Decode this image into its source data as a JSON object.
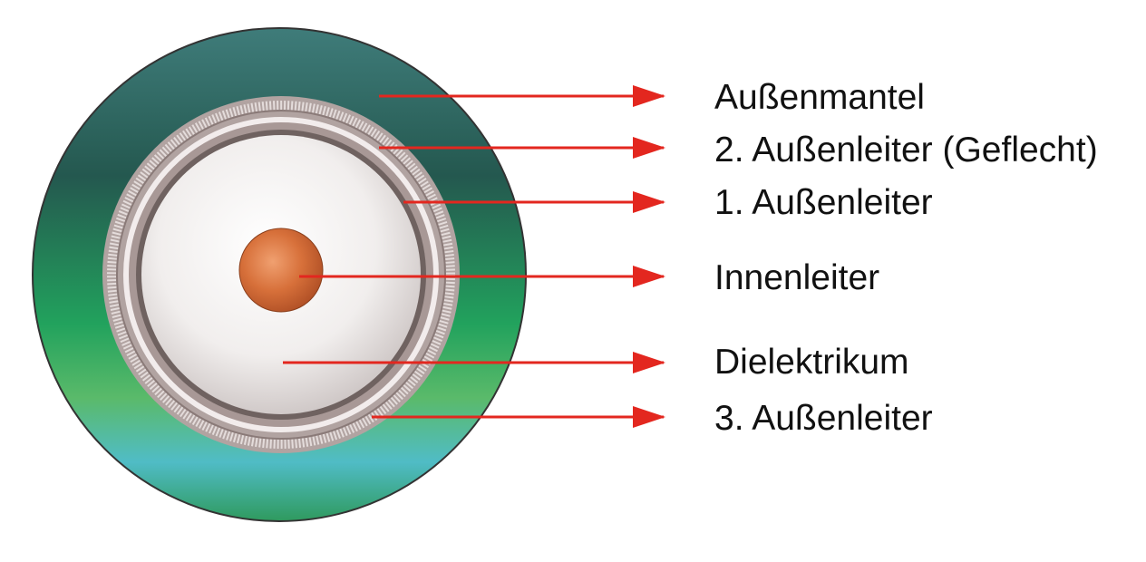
{
  "labels": [
    "Außenmantel",
    "2. Außenleiter (Geflecht)",
    "1. Außenleiter",
    "Innenleiter",
    "Dielektrikum",
    "3. Außenleiter"
  ],
  "colors": {
    "arrow": "#e3271f",
    "copper": "#d7703a",
    "jacket_top": "#2f6e6e",
    "jacket_mid": "#1f8a5a",
    "jacket_bottom": "#4fb5c4"
  }
}
